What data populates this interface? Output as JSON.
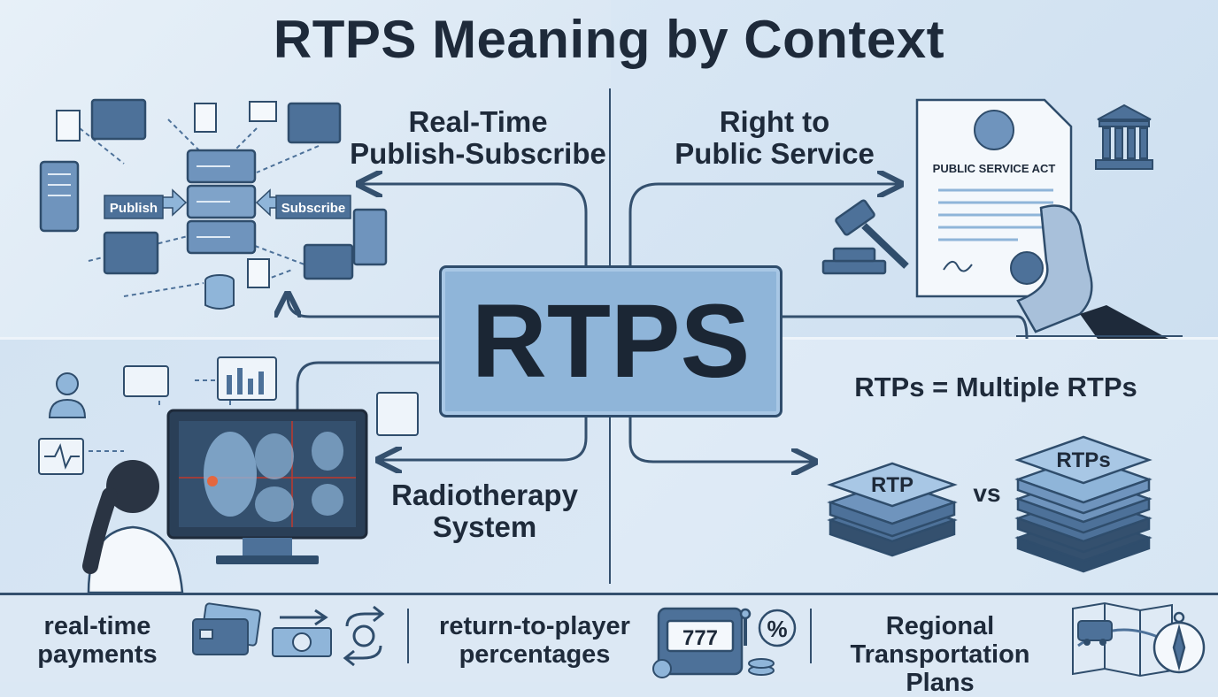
{
  "title": "RTPS Meaning by Context",
  "center": {
    "label": "RTPS"
  },
  "quadrants": {
    "top_left": {
      "label_line1": "Real-Time",
      "label_line2": "Publish-Subscribe",
      "publish_tag": "Publish",
      "subscribe_tag": "Subscribe"
    },
    "top_right": {
      "label_line1": "Right to",
      "label_line2": "Public Service",
      "document_title": "PUBLIC SERVICE ACT"
    },
    "bottom_left": {
      "label_line1": "Radiotherapy",
      "label_line2": "System"
    },
    "bottom_right": {
      "heading": "RTPs = Multiple RTPs",
      "single_tile": "RTP",
      "vs": "vs",
      "multi_tile": "RTPs"
    }
  },
  "bottom_bar": [
    {
      "line1": "real-time",
      "line2": "payments"
    },
    {
      "line1": "return-to-player",
      "line2": "percentages",
      "icon_symbol": "%",
      "slot_digits": "777"
    },
    {
      "line1": "Regional",
      "line2": "Transportation Plans"
    }
  ],
  "colors": {
    "accent": "#8fb5d9",
    "ink": "#1e2a3a",
    "line": "#34506e",
    "panel": "#4d7199"
  }
}
